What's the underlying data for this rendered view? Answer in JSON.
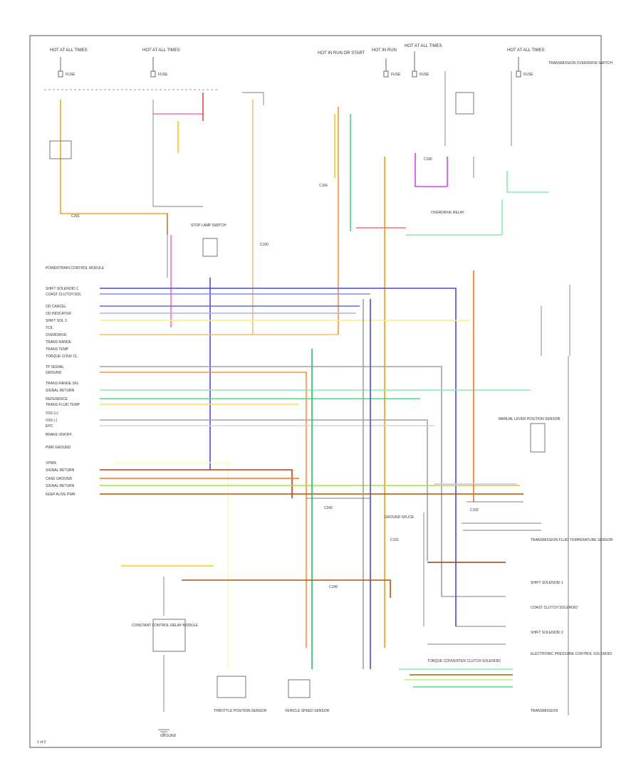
{
  "source_labels": [
    "HOT AT ALL TIMES",
    "HOT AT ALL TIMES",
    "HOT IN RUN OR START",
    "HOT IN RUN",
    "HOT AT ALL TIMES",
    "HOT AT ALL TIMES"
  ],
  "fuse_labels": [
    "FUSE",
    "FUSE",
    "FUSE",
    "FUSE",
    "FUSE"
  ],
  "connector_labels": [
    "C261",
    "C100",
    "C166",
    "C166",
    "C242",
    "C101",
    "C149",
    "C102"
  ],
  "component_labels": {
    "top_left": "TRANSMISSION OVERDRIVE SWITCH",
    "overdrive_relay": "OVERDRIVE RELAY",
    "brake_switch": "STOP LAMP SWITCH",
    "pcm": "POWERTRAIN CONTROL MODULE",
    "ground_splice": "GROUND SPLICE",
    "tcc": "TORQUE CONVERTER CLUTCH SOLENOID",
    "throttle_pos": "THROTTLE POSITION SENSOR",
    "vss": "VEHICLE SPEED SENSOR",
    "mlps": "MANUAL LEVER POSITION SENSOR",
    "trans_fluid_temp": "TRANSMISSION FLUID TEMPERATURE SENSOR",
    "shift_solenoid_1": "SHIFT SOLENOID 1",
    "shift_solenoid_2": "SHIFT SOLENOID 2",
    "coast_clutch": "COAST CLUTCH SOLENOID",
    "epc": "ELECTRONIC PRESSURE CONTROL SOLENOID",
    "ccrm": "CONSTANT CONTROL RELAY MODULE",
    "ground": "GROUND",
    "trans_bottom": "TRANSMISSION"
  },
  "pcm_pin_labels": [
    "SHIFT SOLENOID 1",
    "COAST CLUTCH SOL",
    "OD CANCEL",
    "OD INDICATOR",
    "SHIFT SOL 2",
    "TCIL",
    "OVERDRIVE",
    "TRANS RANGE",
    "TRANS TEMP",
    "TORQUE CONV CL",
    "TP SIGNAL",
    "GROUND",
    "TRANS RANGE SIG",
    "SIGNAL RETURN",
    "REFERENCE",
    "TRANS FLUID TEMP",
    "VSS (+)",
    "VSS (-)",
    "EPC",
    "BRAKE ON/OFF",
    "PWR GROUND",
    "VPWR",
    "SIGNAL RETURN",
    "CASE GROUND",
    "SIGNAL RETURN",
    "KEEP ALIVE PWR"
  ],
  "page_number": "1 of 2"
}
